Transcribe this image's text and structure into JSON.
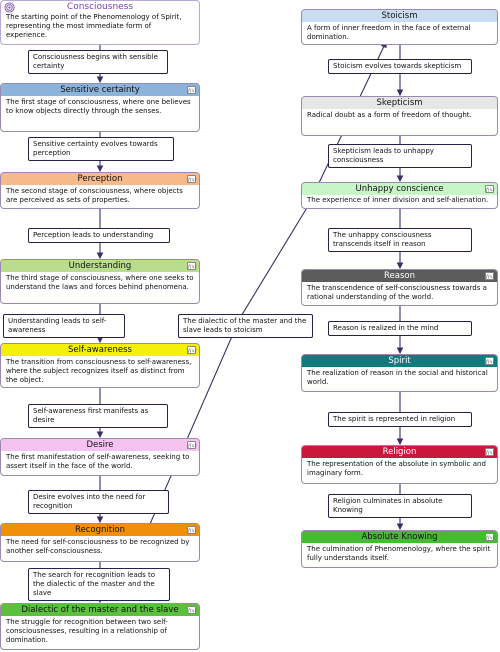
{
  "nodes": {
    "consciousness": {
      "title": "Consciousness",
      "text": "The starting point of the Phenomenology of Spirit, representing the most immediate form of experience."
    },
    "sensitive_certainty": {
      "title": "Sensitive certainty",
      "text": "The first stage of consciousness, where one believes to know objects directly through the senses.",
      "color": "#8cb3d9"
    },
    "perception": {
      "title": "Perception",
      "text": "The second stage of consciousness, where objects are perceived as sets of properties.",
      "color": "#f5b98a"
    },
    "understanding": {
      "title": "Understanding",
      "text": "The third stage of consciousness, where one seeks to understand the laws and forces behind phenomena.",
      "color": "#b9dc8e"
    },
    "self_awareness": {
      "title": "Self-awareness",
      "text": "The transition from consciousness to self-awareness, where the subject recognizes itself as distinct from the object.",
      "color": "#f5f00a"
    },
    "desire": {
      "title": "Desire",
      "text": "The first manifestation of self-awareness, seeking to assert itself in the face of the world.",
      "color": "#f5c3ef"
    },
    "recognition": {
      "title": "Recognition",
      "text": "The need for self-consciousness to be recognized by another self-consciousness.",
      "color": "#f0900a"
    },
    "dialectic": {
      "title": "Dialectic of the master and the slave",
      "text": "The struggle for recognition between two self-consciousnesses, resulting in a relationship of domination.",
      "color": "#5cbf3e"
    },
    "stoicism": {
      "title": "Stoicism",
      "text": "A form of inner freedom in the face of external domination.",
      "color": "#c9dcf2"
    },
    "skepticism": {
      "title": "Skepticism",
      "text": "Radical doubt as a form of freedom of thought.",
      "color": "#e6e6e6"
    },
    "unhappy": {
      "title": "Unhappy conscience",
      "text": "The experience of inner division and self-alienation.",
      "color": "#c8f5c8"
    },
    "reason": {
      "title": "Reason",
      "text": "The transcendence of self-consciousness towards a rational understanding of the world.",
      "color": "#5c5c5c"
    },
    "spirit": {
      "title": "Spirit",
      "text": "The realization of reason in the social and historical world.",
      "color": "#127a7a"
    },
    "religion": {
      "title": "Religion",
      "text": "The representation of the absolute in symbolic and imaginary form.",
      "color": "#c8183c"
    },
    "absolute": {
      "title": "Absolute Knowing",
      "text": "The culmination of Phenomenology, where the spirit fully understands itself.",
      "color": "#44bb33"
    }
  },
  "relations": {
    "r1": "Consciousness begins with sensible certainty",
    "r2": "Sensitive certainty evolves towards perception",
    "r3": "Perception leads to understanding",
    "r4": "Understanding leads to self-awareness",
    "r5": "Self-awareness first manifests as desire",
    "r6": "Desire evolves into the need for recognition",
    "r7": "The search for recognition leads to the dialectic of the master and the slave",
    "r8": "The dialectic of the master and the slave leads to stoicism",
    "r9": "Stoicism evolves towards skepticism",
    "r10": "Skepticism leads to unhappy consciousness",
    "r11": "The unhappy consciousness transcends itself in reason",
    "r12": "Reason is realized in the mind",
    "r13": "The spirit is represented in religion",
    "r14": "Religion culminates in absolute Knowing"
  },
  "icons": {
    "note": "formula-icon",
    "root": "spiral-icon"
  },
  "colors": {
    "wire": "#3b2f63",
    "node_border": "#9a8ab0"
  }
}
